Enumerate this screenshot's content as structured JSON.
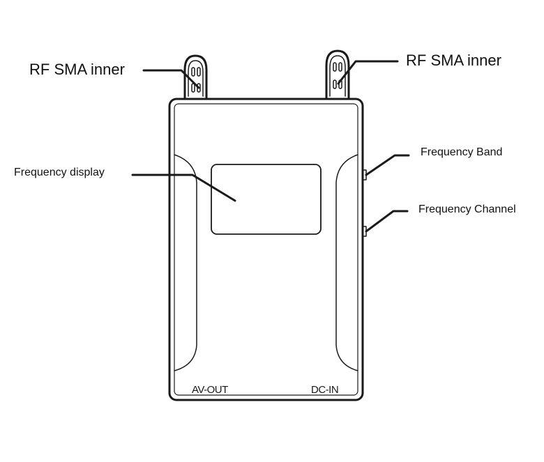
{
  "callouts": {
    "rf_left": "RF SMA inner",
    "rf_right": "RF SMA inner",
    "frequency_display": "Frequency display",
    "frequency_band": "Frequency Band",
    "frequency_channel": "Frequency Channel"
  },
  "device": {
    "av_out_label": "AV-OUT",
    "dc_in_label": "DC-IN"
  },
  "colors": {
    "outline": "#1a1a1a",
    "background": "#ffffff"
  }
}
